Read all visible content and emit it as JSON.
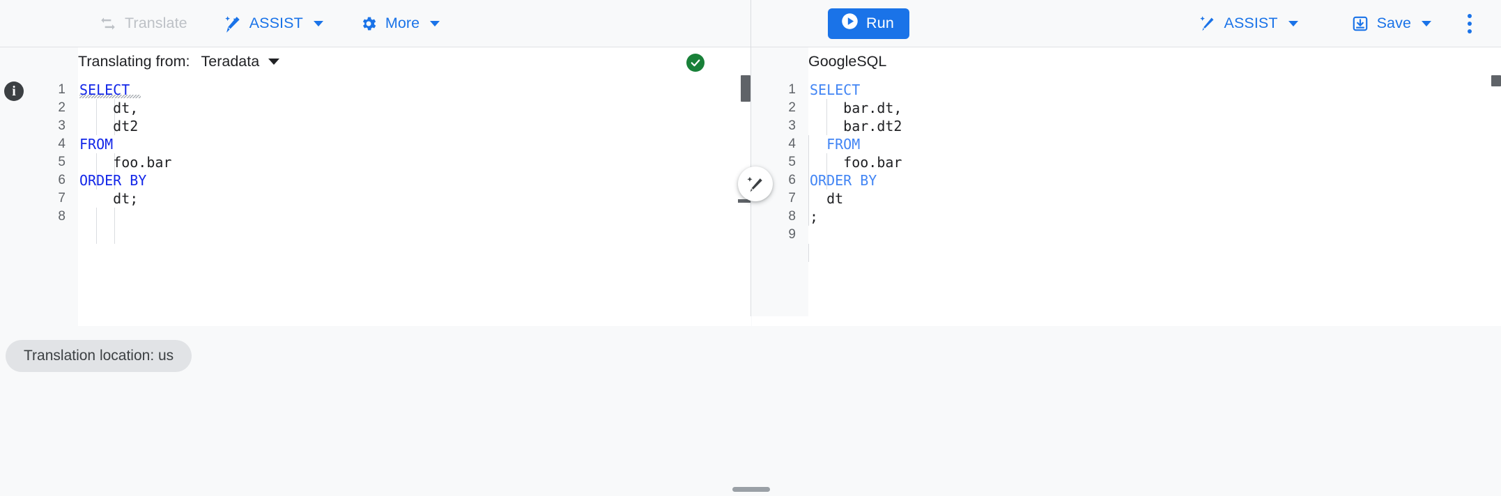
{
  "toolbar": {
    "left": [
      {
        "name": "translate",
        "label": "Translate",
        "icon": "translate-swap-icon",
        "disabled": true,
        "caret": false
      },
      {
        "name": "assist",
        "label": "ASSIST",
        "icon": "magic-wand-icon",
        "disabled": false,
        "caret": true
      },
      {
        "name": "more",
        "label": "More",
        "icon": "gear-icon",
        "disabled": false,
        "caret": true
      }
    ],
    "run_label": "Run",
    "run_icon": "play-circle-icon",
    "right": [
      {
        "name": "assist",
        "label": "ASSIST",
        "icon": "magic-wand-icon",
        "caret": true
      },
      {
        "name": "save",
        "label": "Save",
        "icon": "save-download-icon",
        "caret": true
      }
    ],
    "overflow_icon": "kebab-menu-icon",
    "accent_color": "#1a73e8"
  },
  "source_header": {
    "label": "Translating from:",
    "dialect": "Teradata",
    "status_icon": "check-circle-icon",
    "status_color": "#188038"
  },
  "target_header": {
    "dialect": "GoogleSQL"
  },
  "fab": {
    "name": "assist-edit-fab",
    "icon": "magic-wand-edit-icon"
  },
  "source_editor": {
    "name": "source-sql-editor",
    "info_icon": "info-icon",
    "line_numbers": [
      "1",
      "2",
      "3",
      "4",
      "5",
      "6",
      "7",
      "8"
    ],
    "lines": [
      {
        "text": "SELECT",
        "kind": "keyword",
        "underline": true
      },
      {
        "text": "    dt,",
        "kind": "plain"
      },
      {
        "text": "    dt2",
        "kind": "plain"
      },
      {
        "text": "FROM",
        "kind": "keyword"
      },
      {
        "text": "    foo.bar",
        "kind": "plain"
      },
      {
        "text": "ORDER BY",
        "kind": "keyword"
      },
      {
        "text": "    dt;",
        "kind": "plain"
      },
      {
        "text": "",
        "kind": "plain"
      }
    ]
  },
  "target_editor": {
    "name": "target-sql-editor",
    "line_numbers": [
      "1",
      "2",
      "3",
      "4",
      "5",
      "6",
      "7",
      "8",
      "9"
    ],
    "lines": [
      {
        "text": "SELECT",
        "kind": "keyword"
      },
      {
        "text": "    bar.dt,",
        "kind": "plain"
      },
      {
        "text": "    bar.dt2",
        "kind": "plain"
      },
      {
        "text": "  FROM",
        "kind": "keyword"
      },
      {
        "text": "    foo.bar",
        "kind": "plain"
      },
      {
        "text": "ORDER BY",
        "kind": "keyword"
      },
      {
        "text": "  dt",
        "kind": "plain"
      },
      {
        "text": ";",
        "kind": "plain"
      },
      {
        "text": "",
        "kind": "plain"
      }
    ]
  },
  "status": {
    "location_chip": "Translation location: us"
  }
}
